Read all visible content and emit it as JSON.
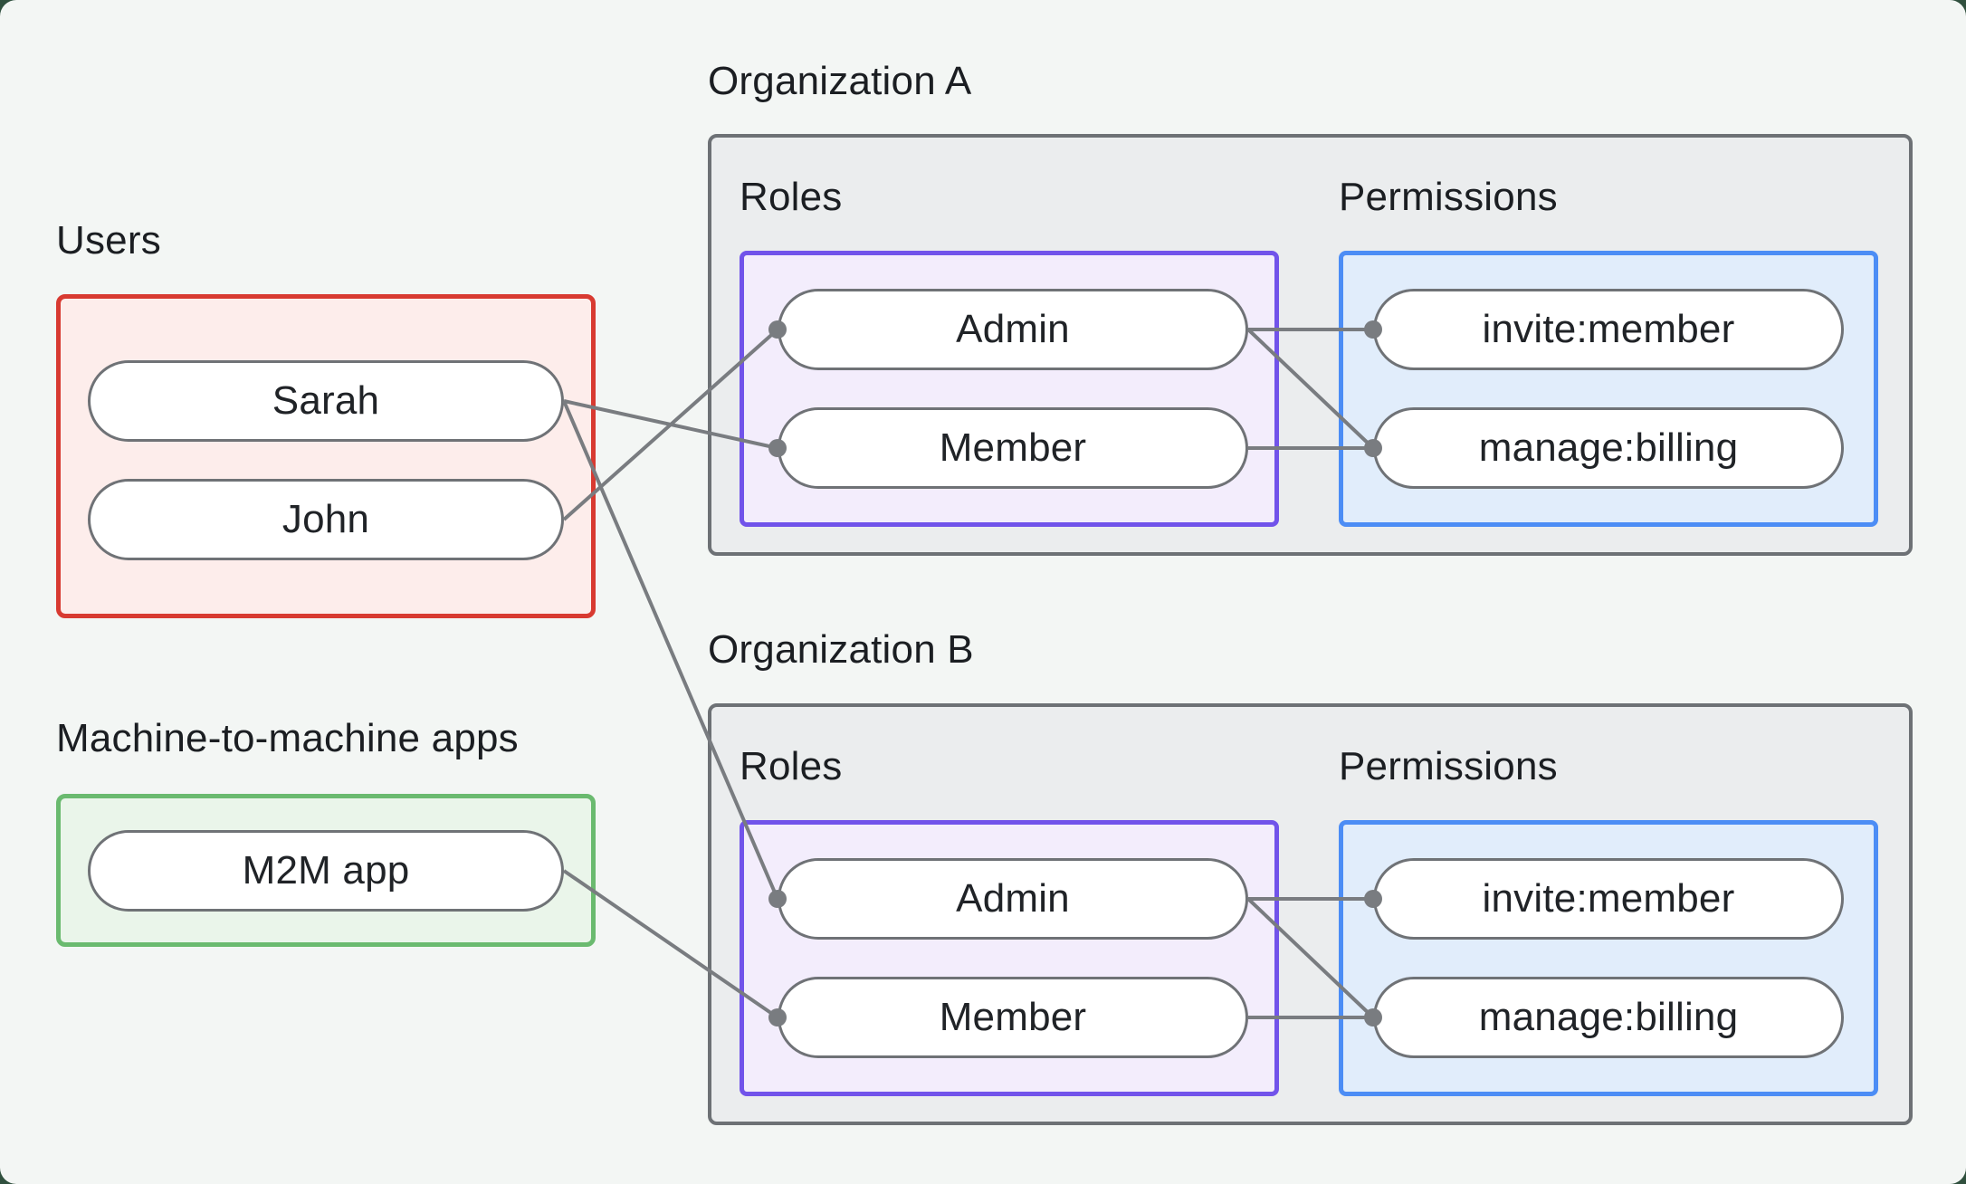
{
  "colors": {
    "backdrop": "#30503e",
    "page_bg": "#f3f6f4",
    "users_border": "#d83a31",
    "users_fill": "#fdedeb",
    "m2m_border": "#6aba6f",
    "m2m_fill": "#eaf5ea",
    "org_border": "#6d7175",
    "org_fill": "#ebedee",
    "roles_border": "#7153ea",
    "roles_fill": "#f3edfc",
    "permissions_border": "#4c8df5",
    "permissions_fill": "#e1edfb",
    "node_border": "#6f7276",
    "node_fill": "#ffffff",
    "connector": "#797c80",
    "text": "#1b1e22"
  },
  "users": {
    "label": "Users",
    "nodes": [
      {
        "id": "sarah",
        "label": "Sarah"
      },
      {
        "id": "john",
        "label": "John"
      }
    ]
  },
  "m2m": {
    "label": "Machine-to-machine apps",
    "nodes": [
      {
        "id": "m2m",
        "label": "M2M app"
      }
    ]
  },
  "orgs": [
    {
      "title": "Organization A",
      "roles_label": "Roles",
      "permissions_label": "Permissions",
      "roles": [
        {
          "id": "orgA-admin",
          "label": "Admin"
        },
        {
          "id": "orgA-member",
          "label": "Member"
        }
      ],
      "permissions": [
        {
          "id": "orgA-invite",
          "label": "invite:member"
        },
        {
          "id": "orgA-manage",
          "label": "manage:billing"
        }
      ]
    },
    {
      "title": "Organization B",
      "roles_label": "Roles",
      "permissions_label": "Permissions",
      "roles": [
        {
          "id": "orgB-admin",
          "label": "Admin"
        },
        {
          "id": "orgB-member",
          "label": "Member"
        }
      ],
      "permissions": [
        {
          "id": "orgB-invite",
          "label": "invite:member"
        },
        {
          "id": "orgB-manage",
          "label": "manage:billing"
        }
      ]
    }
  ],
  "edges": [
    {
      "from": "john",
      "from_side": "right",
      "to": "orgA-admin",
      "to_side": "left",
      "dot": true
    },
    {
      "from": "sarah",
      "from_side": "right",
      "to": "orgA-member",
      "to_side": "left",
      "dot": true
    },
    {
      "from": "sarah",
      "from_side": "right",
      "to": "orgB-admin",
      "to_side": "left",
      "dot": true
    },
    {
      "from": "m2m",
      "from_side": "right",
      "to": "orgB-member",
      "to_side": "left",
      "dot": true
    },
    {
      "from": "orgA-admin",
      "from_side": "right",
      "to": "orgA-invite",
      "to_side": "left",
      "dot": true
    },
    {
      "from": "orgA-admin",
      "from_side": "right",
      "to": "orgA-manage",
      "to_side": "left",
      "dot": true
    },
    {
      "from": "orgA-member",
      "from_side": "right",
      "to": "orgA-manage",
      "to_side": "left",
      "dot": true
    },
    {
      "from": "orgB-admin",
      "from_side": "right",
      "to": "orgB-invite",
      "to_side": "left",
      "dot": true
    },
    {
      "from": "orgB-admin",
      "from_side": "right",
      "to": "orgB-manage",
      "to_side": "left",
      "dot": true
    },
    {
      "from": "orgB-member",
      "from_side": "right",
      "to": "orgB-manage",
      "to_side": "left",
      "dot": true
    }
  ],
  "edge_style": {
    "stroke_width": 4,
    "dot_radius": 10
  }
}
